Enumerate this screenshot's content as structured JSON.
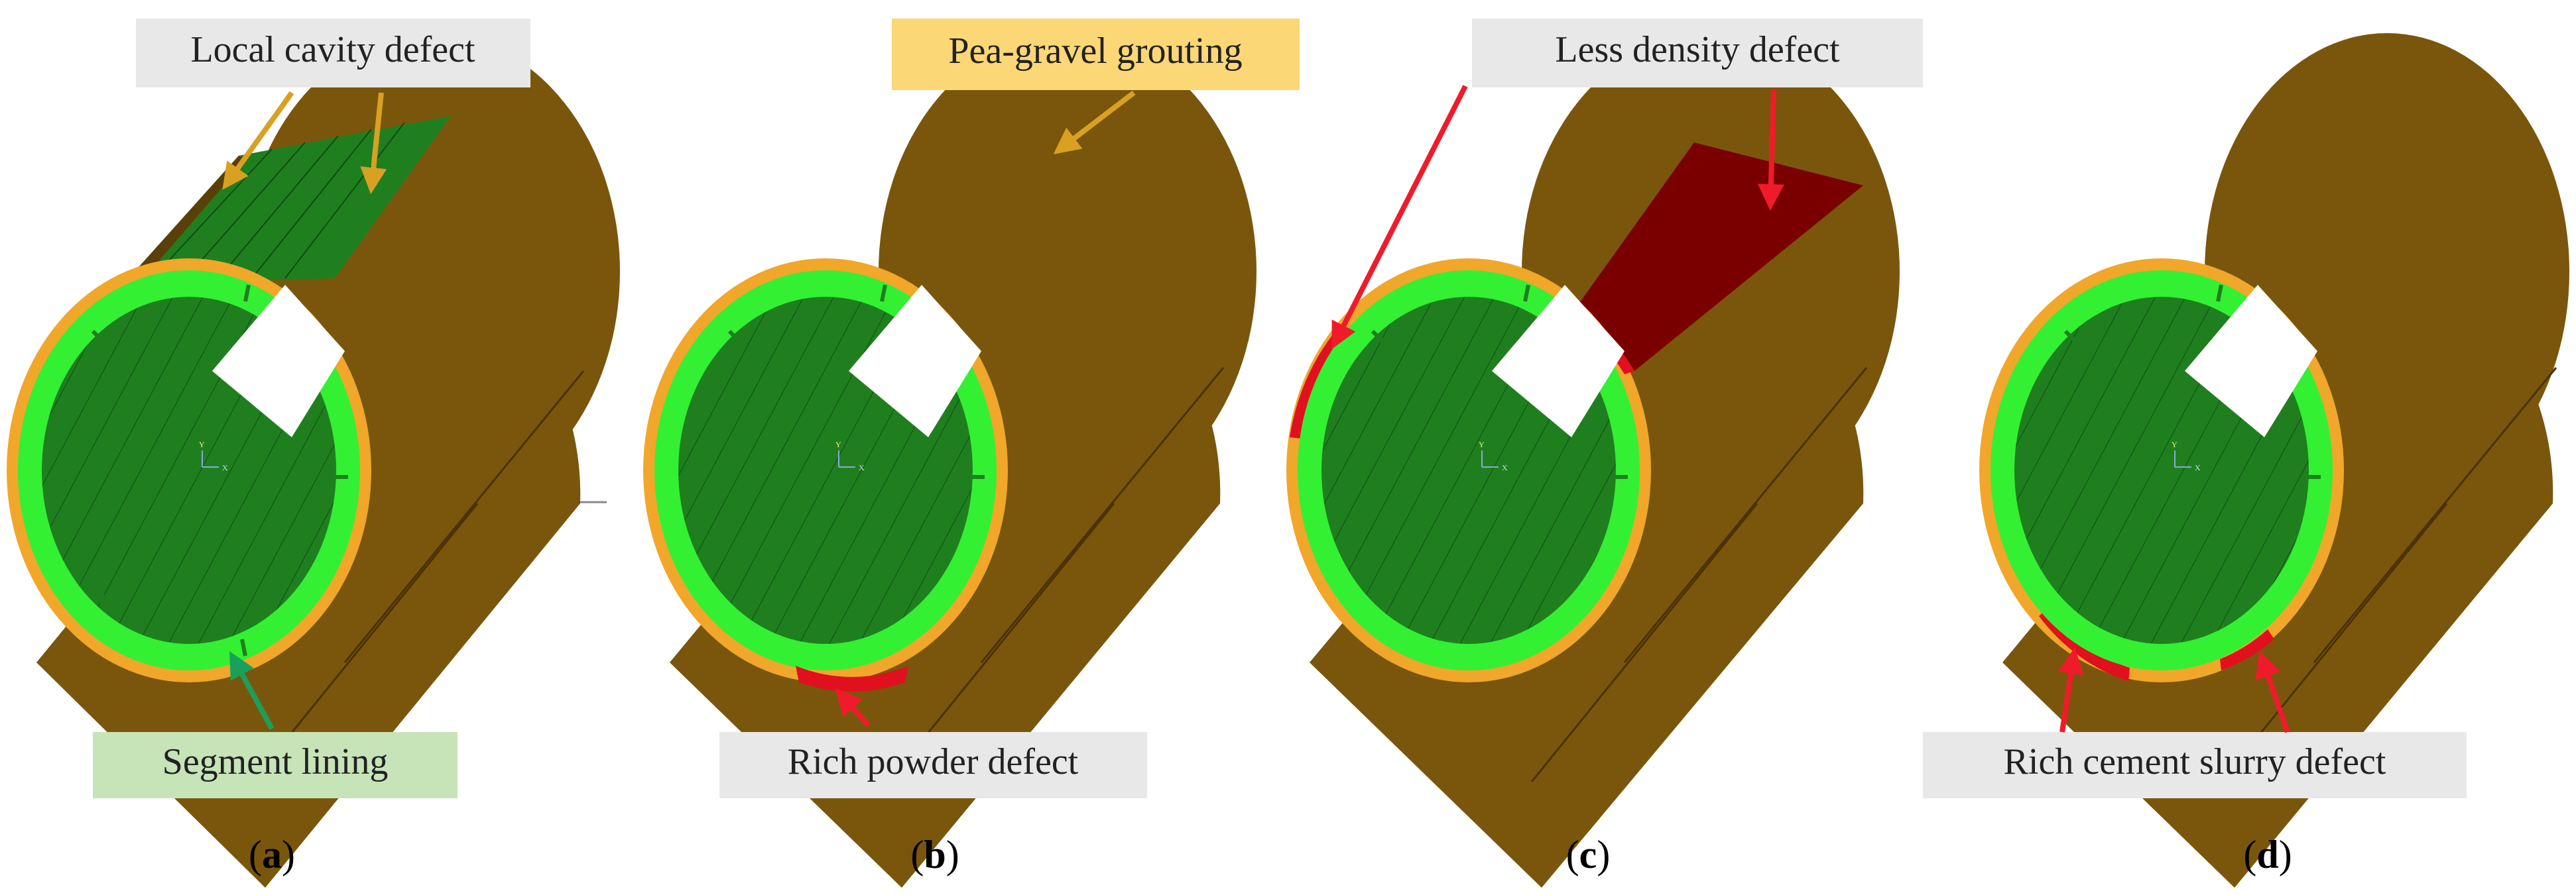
{
  "colors": {
    "grout": "#7a560c",
    "grout_dark": "#553a04",
    "grout_ring": "#f0a72a",
    "lining_inner": "#1f7f1f",
    "lining_light": "#33f033",
    "defect_red": "#e0101e",
    "defect_dark_red": "#7a0000",
    "arrow_gold": "#d9a021",
    "arrow_red": "#f01b2a",
    "arrow_green": "#1aa05a",
    "label_gray": "#e8e8e8",
    "label_yellow": "#fcd776",
    "label_green": "#c7e4b8"
  },
  "panels": [
    {
      "id": "a",
      "caption_text": "a",
      "top_label": "Local cavity defect",
      "bottom_label": "Segment lining"
    },
    {
      "id": "b",
      "caption_text": "b",
      "top_label": "Pea-gravel grouting",
      "bottom_label": "Rich powder defect"
    },
    {
      "id": "c",
      "caption_text": "c",
      "top_label": "Less density defect",
      "bottom_label": ""
    },
    {
      "id": "d",
      "caption_text": "d",
      "top_label": "",
      "bottom_label": "Rich cement slurry defect"
    }
  ],
  "axis_triad": {
    "y_label": "Y",
    "x_label": "X"
  }
}
